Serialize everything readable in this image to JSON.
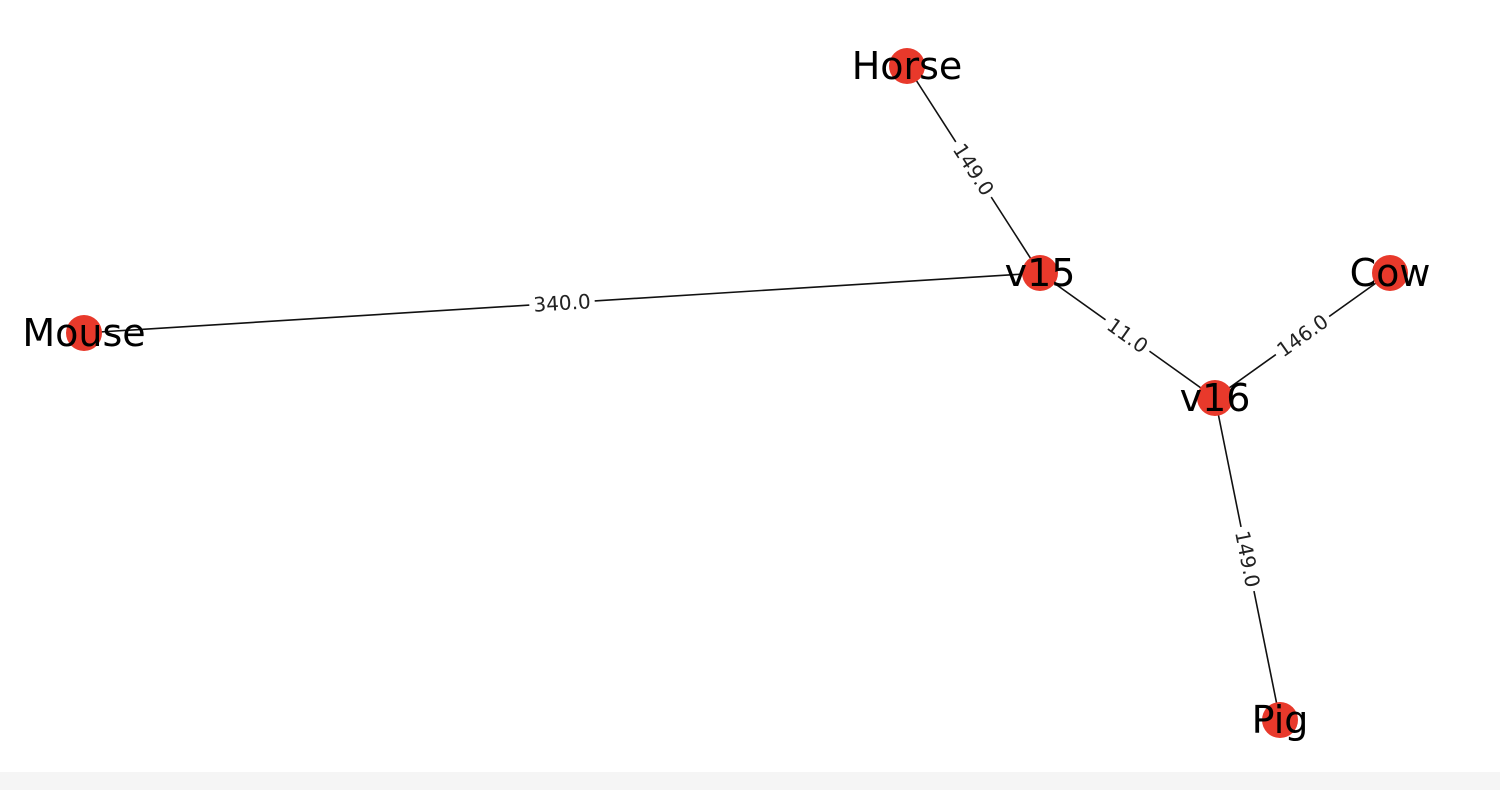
{
  "graph": {
    "node_color": "#e8392b",
    "edge_color": "#111111",
    "nodes": [
      {
        "id": "Horse",
        "label": "Horse"
      },
      {
        "id": "v15",
        "label": "v15"
      },
      {
        "id": "Cow",
        "label": "Cow"
      },
      {
        "id": "Mouse",
        "label": "Mouse"
      },
      {
        "id": "v16",
        "label": "v16"
      },
      {
        "id": "Pig",
        "label": "Pig"
      }
    ],
    "edges": [
      {
        "source": "Horse",
        "target": "v15",
        "label": "149.0"
      },
      {
        "source": "Mouse",
        "target": "v15",
        "label": "340.0"
      },
      {
        "source": "v15",
        "target": "v16",
        "label": "11.0"
      },
      {
        "source": "v16",
        "target": "Cow",
        "label": "146.0"
      },
      {
        "source": "v16",
        "target": "Pig",
        "label": "149.0"
      }
    ]
  }
}
